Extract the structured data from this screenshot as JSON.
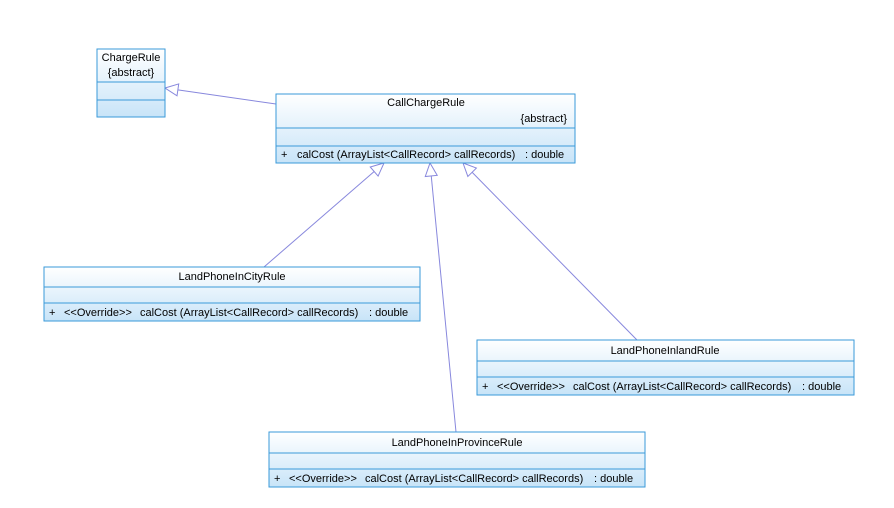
{
  "diagram": {
    "classes": [
      {
        "id": "chargerule",
        "name": "ChargeRule",
        "stereotype": "{abstract}",
        "operations": []
      },
      {
        "id": "callchargerule",
        "name": "CallChargeRule",
        "stereotype": "{abstract}",
        "operations": [
          {
            "visibility": "+",
            "name": "calCost (ArrayList<CallRecord> callRecords)",
            "type": ": double"
          }
        ]
      },
      {
        "id": "landphoneincityrule",
        "name": "LandPhoneInCityRule",
        "operations": [
          {
            "visibility": "+",
            "annotation": "<<Override>>",
            "name": "calCost (ArrayList<CallRecord> callRecords)",
            "type": ": double"
          }
        ]
      },
      {
        "id": "landphoneinlandrule",
        "name": "LandPhoneInlandRule",
        "operations": [
          {
            "visibility": "+",
            "annotation": "<<Override>>",
            "name": "calCost (ArrayList<CallRecord> callRecords)",
            "type": ": double"
          }
        ]
      },
      {
        "id": "landphoneinprovincerule",
        "name": "LandPhoneInProvinceRule",
        "operations": [
          {
            "visibility": "+",
            "annotation": "<<Override>>",
            "name": "calCost (ArrayList<CallRecord> callRecords)",
            "type": ": double"
          }
        ]
      }
    ],
    "generalizations": [
      {
        "from": "callchargerule",
        "to": "chargerule"
      },
      {
        "from": "landphoneincityrule",
        "to": "callchargerule"
      },
      {
        "from": "landphoneinprovincerule",
        "to": "callchargerule"
      },
      {
        "from": "landphoneinlandrule",
        "to": "callchargerule"
      }
    ],
    "colors": {
      "box_fill_top": "#ffffff",
      "box_fill_bottom": "#c8e4f8",
      "box_border": "#3a9ad9",
      "arrow_line": "#8888dd",
      "text": "#000000"
    }
  }
}
